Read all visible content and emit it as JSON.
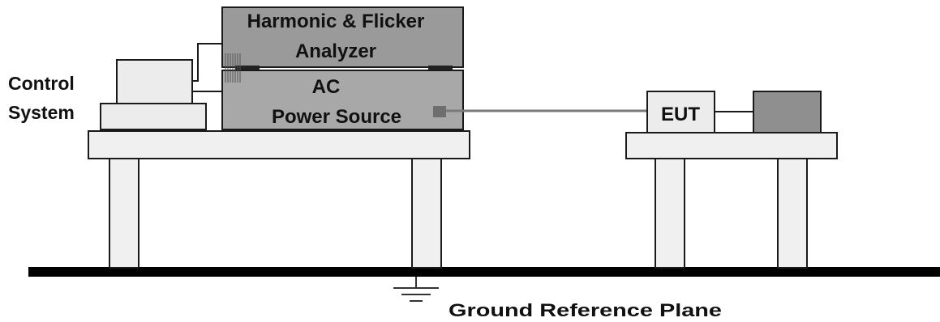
{
  "labels": {
    "analyzer_line1": "Harmonic & Flicker",
    "analyzer_line2": "Analyzer",
    "source_line1": "AC",
    "source_line2": "Power Source",
    "control_line1": "Control",
    "control_line2": "System",
    "eut": "EUT",
    "ground": "Ground Reference Plane"
  },
  "colors": {
    "table": "#f0f0f0",
    "analyzer": "#9a9a9a",
    "source": "#a8a8a8",
    "monitor": "#ececec",
    "eut": "#ececec",
    "load": "#8f8f8f",
    "cable": "#7a7a7a",
    "ground_bar": "#000000"
  },
  "icons": [
    "ground-symbol-icon"
  ]
}
